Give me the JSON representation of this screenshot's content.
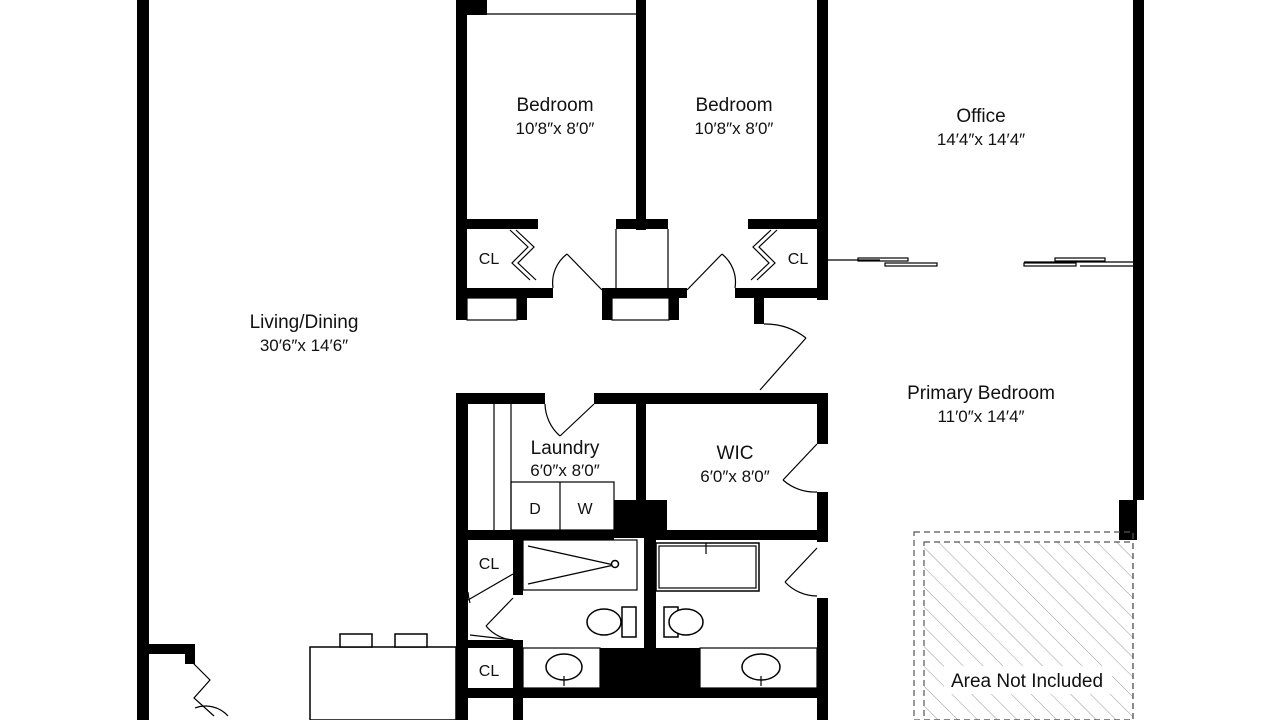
{
  "rooms": {
    "bedroom_a": {
      "name": "Bedroom",
      "dims": "10′8″x 8′0″"
    },
    "bedroom_b": {
      "name": "Bedroom",
      "dims": "10′8″x 8′0″"
    },
    "office": {
      "name": "Office",
      "dims": "14′4″x 14′4″"
    },
    "living": {
      "name": "Living/Dining",
      "dims": "30′6″x 14′6″"
    },
    "laundry": {
      "name": "Laundry",
      "dims": "6′0″x 8′0″"
    },
    "wic": {
      "name": "WIC",
      "dims": "6′0″x 8′0″"
    },
    "primary": {
      "name": "Primary Bedroom",
      "dims": "11′0″x 14′4″"
    }
  },
  "labels": {
    "closet_a": "CL",
    "closet_b": "CL",
    "closet_c": "CL",
    "closet_d": "CL",
    "dryer": "D",
    "washer": "W",
    "excluded": "Area Not Included"
  }
}
